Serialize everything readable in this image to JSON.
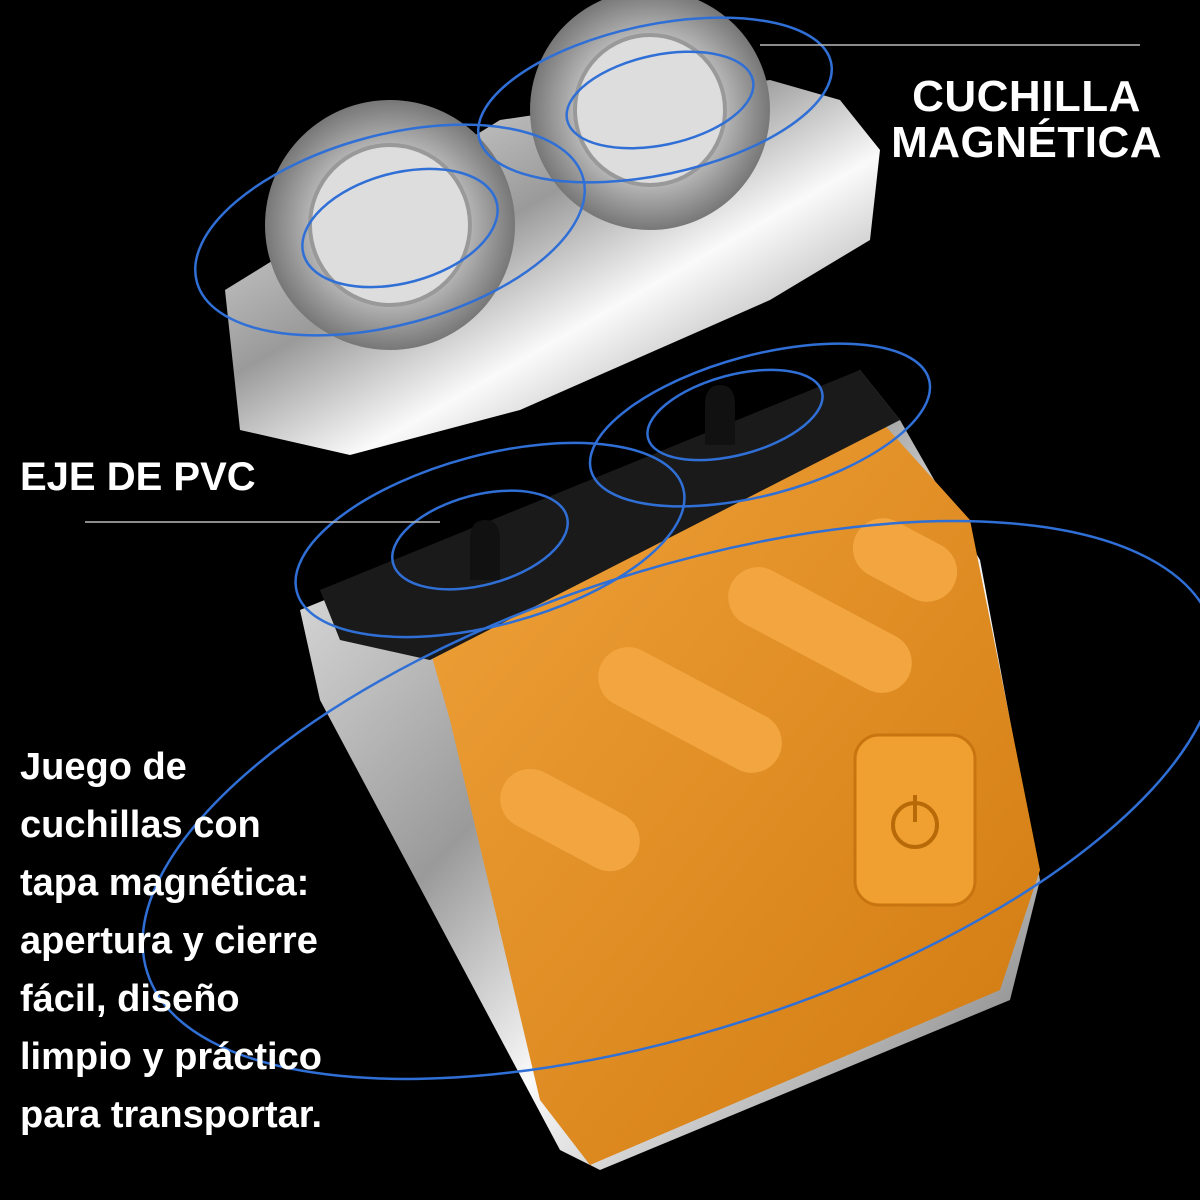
{
  "labels": {
    "magnetic_blade": [
      "CUCHILLA",
      "MAGNÉTICA"
    ],
    "pvc_shaft": "EJE DE PVC",
    "description": [
      "Juego de",
      "cuchillas con",
      "tapa magnética:",
      "apertura y cierre",
      "fácil, diseño",
      "limpio y práctico",
      "para transportar."
    ]
  },
  "colors": {
    "background": "#000000",
    "body": "#e08a1c",
    "accent_rings": "#2f6fd6",
    "text": "#ffffff"
  }
}
